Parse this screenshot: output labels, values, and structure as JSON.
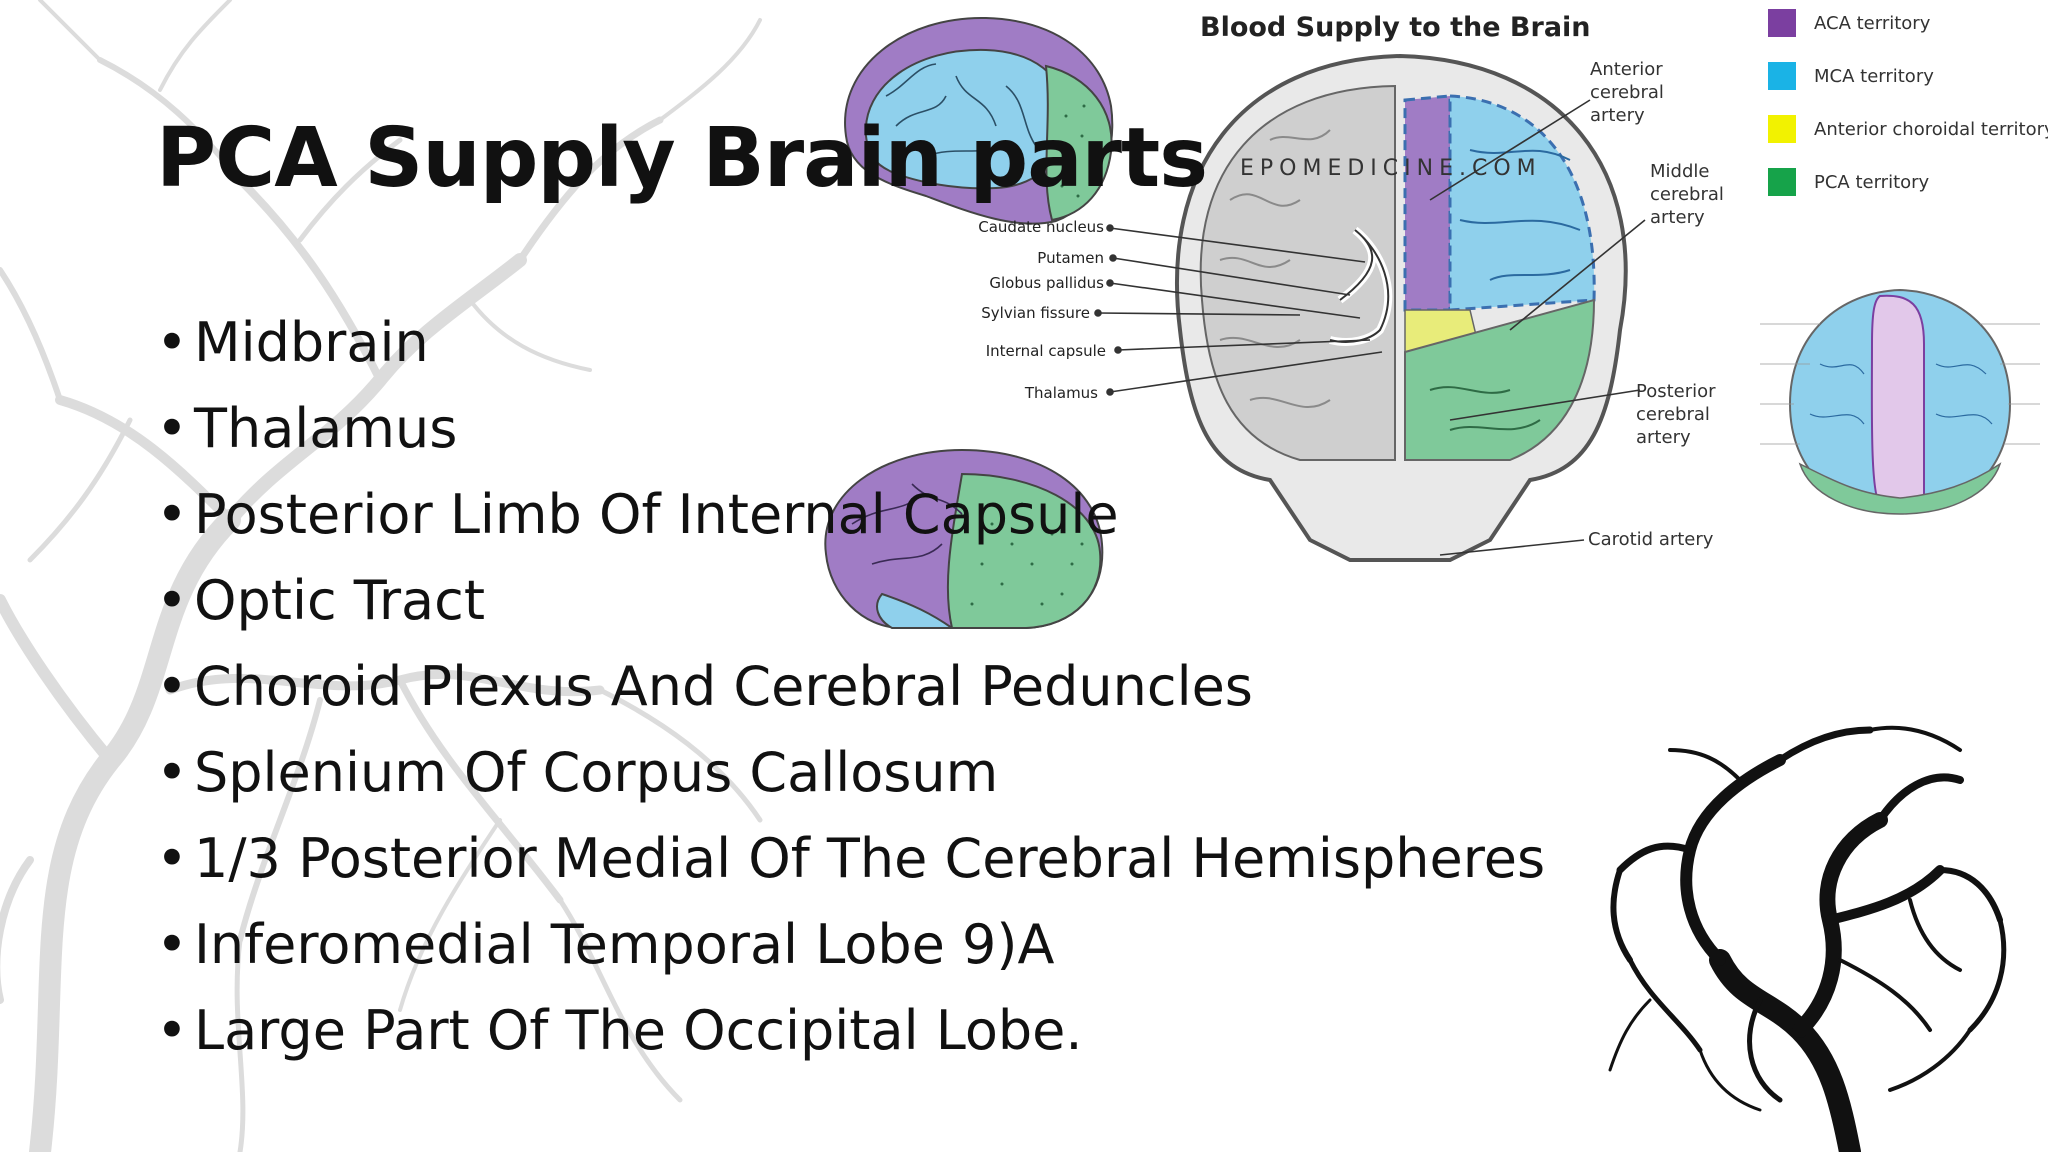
{
  "slide": {
    "title": "PCA Supply Brain parts",
    "bullets": [
      "Midbrain",
      "Thalamus",
      "Posterior Limb Of Internal Capsule",
      "Optic Tract",
      "Choroid Plexus And Cerebral Peduncles",
      "Splenium Of Corpus Callosum",
      "1/3 Posterior Medial Of The Cerebral Hemispheres",
      "Inferomedial Temporal Lobe 9)A",
      "Large Part Of The Occipital Lobe."
    ],
    "bullet_glyph": "•"
  },
  "diagram": {
    "title": "Blood Supply to the Brain",
    "watermark": "EPOMEDICINE.COM",
    "structure_labels": [
      "Caudate nucleus",
      "Putamen",
      "Globus pallidus",
      "Sylvian fissure",
      "Internal capsule",
      "Thalamus"
    ],
    "arteries": {
      "anterior": "Anterior\ncerebral\nartery",
      "middle": "Middle\ncerebral\nartery",
      "posterior": "Posterior\ncerebral\nartery",
      "carotid": "Carotid artery"
    },
    "legend": [
      {
        "label": "ACA territory",
        "color": "#7b3fa0"
      },
      {
        "label": "MCA territory",
        "color": "#1ab3e6"
      },
      {
        "label": "Anterior choroidal territory",
        "color": "#f2f200"
      },
      {
        "label": "PCA territory",
        "color": "#16a34a"
      }
    ]
  },
  "colors": {
    "aca_fill": "#a07cc5",
    "mca_fill": "#8fd0ec",
    "pca_fill": "#7fc99a",
    "choroidal_fill": "#e8ec7a",
    "text": "#111111"
  },
  "icons": {
    "background": "branching-vessel-tree",
    "corner": "head-silhouette-vessel-tree"
  }
}
